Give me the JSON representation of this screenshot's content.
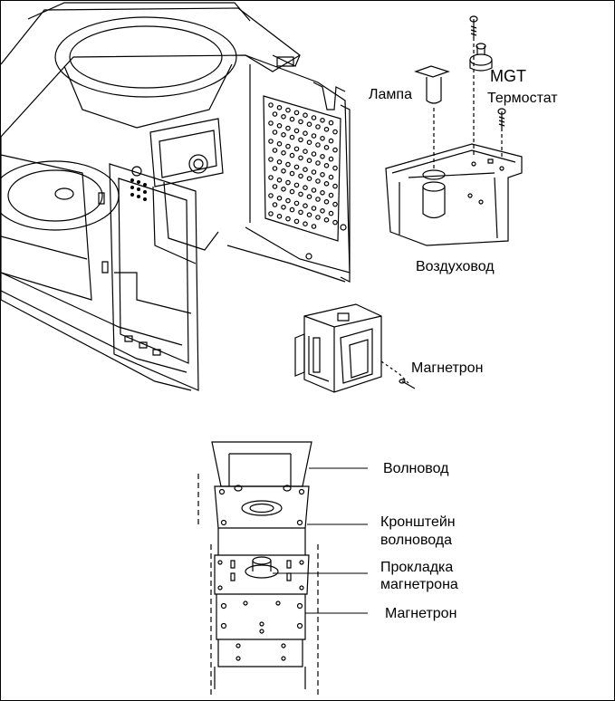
{
  "labels": {
    "lamp": "Лампа",
    "mgt": "MGT",
    "thermostat": "Термостат",
    "air_duct": "Воздуховод",
    "magnetron_top": "Магнетрон",
    "waveguide": "Волновод",
    "waveguide_bracket_line1": "Кронштейн",
    "waveguide_bracket_line2": "волновода",
    "gasket_line1": "Прокладка",
    "gasket_line2": "магнетрона",
    "magnetron_bottom": "Магнетрон"
  },
  "colors": {
    "line": "#000000",
    "background": "#ffffff"
  }
}
